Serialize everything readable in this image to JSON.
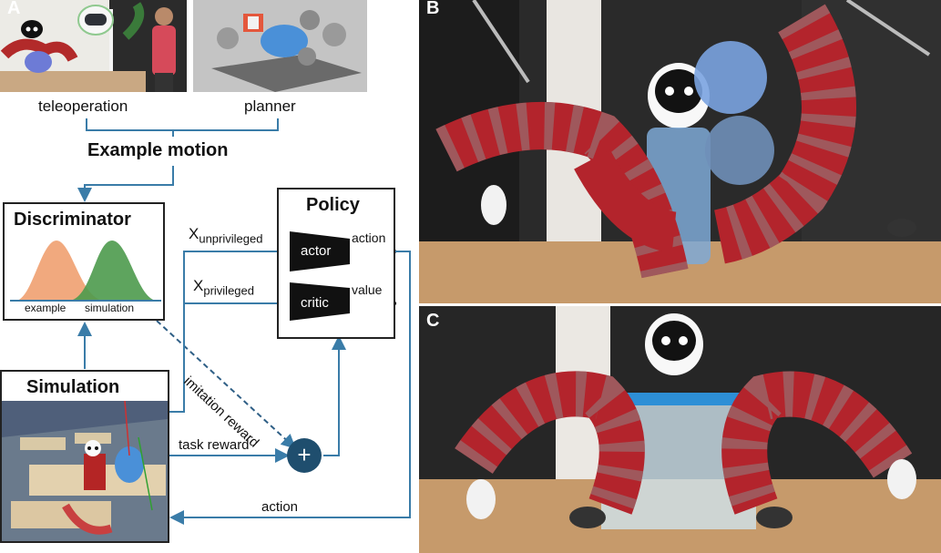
{
  "panels": {
    "a": "A",
    "b": "B",
    "c": "C"
  },
  "top_labels": {
    "teleoperation": "teleoperation",
    "planner": "planner"
  },
  "example_motion": "Example motion",
  "discriminator": {
    "title": "Discriminator",
    "example_label": "example",
    "simulation_label": "simulation"
  },
  "policy": {
    "title": "Policy",
    "actor": "actor",
    "critic": "critic",
    "action_out": "action",
    "value_out": "value"
  },
  "inputs": {
    "x_unpriv_base": "X",
    "x_unpriv_sub": "unprivileged",
    "x_priv_base": "X",
    "x_priv_sub": "privileged"
  },
  "simulation": {
    "title": "Simulation"
  },
  "signals": {
    "imitation_reward": "imitation reward",
    "task_reward": "task reward",
    "plus": "+",
    "action_feedback": "action"
  },
  "colors": {
    "example_curve": "#f0a070",
    "simulation_curve": "#4c9a4c",
    "arrow_blue": "#3a7ca8",
    "plus_node": "#1f4e6e"
  }
}
